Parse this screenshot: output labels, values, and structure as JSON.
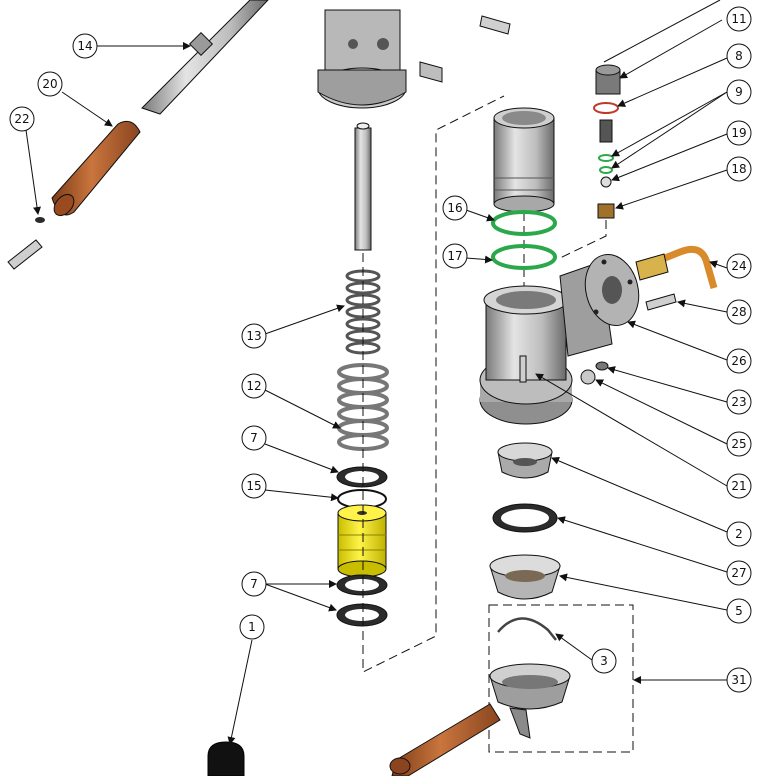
{
  "diagram": {
    "type": "exploded-assembly",
    "colors": {
      "line": "#111111",
      "metal_light": "#d6d6d6",
      "metal_mid": "#a9a9a9",
      "metal_dark": "#6f6f6f",
      "wood": "#b8622e",
      "wood_dark": "#8a4520",
      "oring_green": "#2aa84a",
      "oring_red": "#c0392b",
      "piston_yellow": "#f2e600",
      "copper": "#d98a2b",
      "black_gasket": "#2b2b2b"
    },
    "callouts": [
      {
        "id": "c14",
        "label": "14"
      },
      {
        "id": "c20",
        "label": "20"
      },
      {
        "id": "c22",
        "label": "22"
      },
      {
        "id": "c13",
        "label": "13"
      },
      {
        "id": "c12",
        "label": "12"
      },
      {
        "id": "c7a",
        "label": "7"
      },
      {
        "id": "c15",
        "label": "15"
      },
      {
        "id": "c7b",
        "label": "7"
      },
      {
        "id": "c1",
        "label": "1"
      },
      {
        "id": "c16",
        "label": "16"
      },
      {
        "id": "c17",
        "label": "17"
      },
      {
        "id": "c11",
        "label": "11"
      },
      {
        "id": "c8",
        "label": "8"
      },
      {
        "id": "c9",
        "label": "9"
      },
      {
        "id": "c19",
        "label": "19"
      },
      {
        "id": "c18",
        "label": "18"
      },
      {
        "id": "c24",
        "label": "24"
      },
      {
        "id": "c28",
        "label": "28"
      },
      {
        "id": "c26",
        "label": "26"
      },
      {
        "id": "c23",
        "label": "23"
      },
      {
        "id": "c25",
        "label": "25"
      },
      {
        "id": "c21",
        "label": "21"
      },
      {
        "id": "c2",
        "label": "2"
      },
      {
        "id": "c27",
        "label": "27"
      },
      {
        "id": "c5",
        "label": "5"
      },
      {
        "id": "c3",
        "label": "3"
      },
      {
        "id": "c31",
        "label": "31"
      }
    ]
  }
}
